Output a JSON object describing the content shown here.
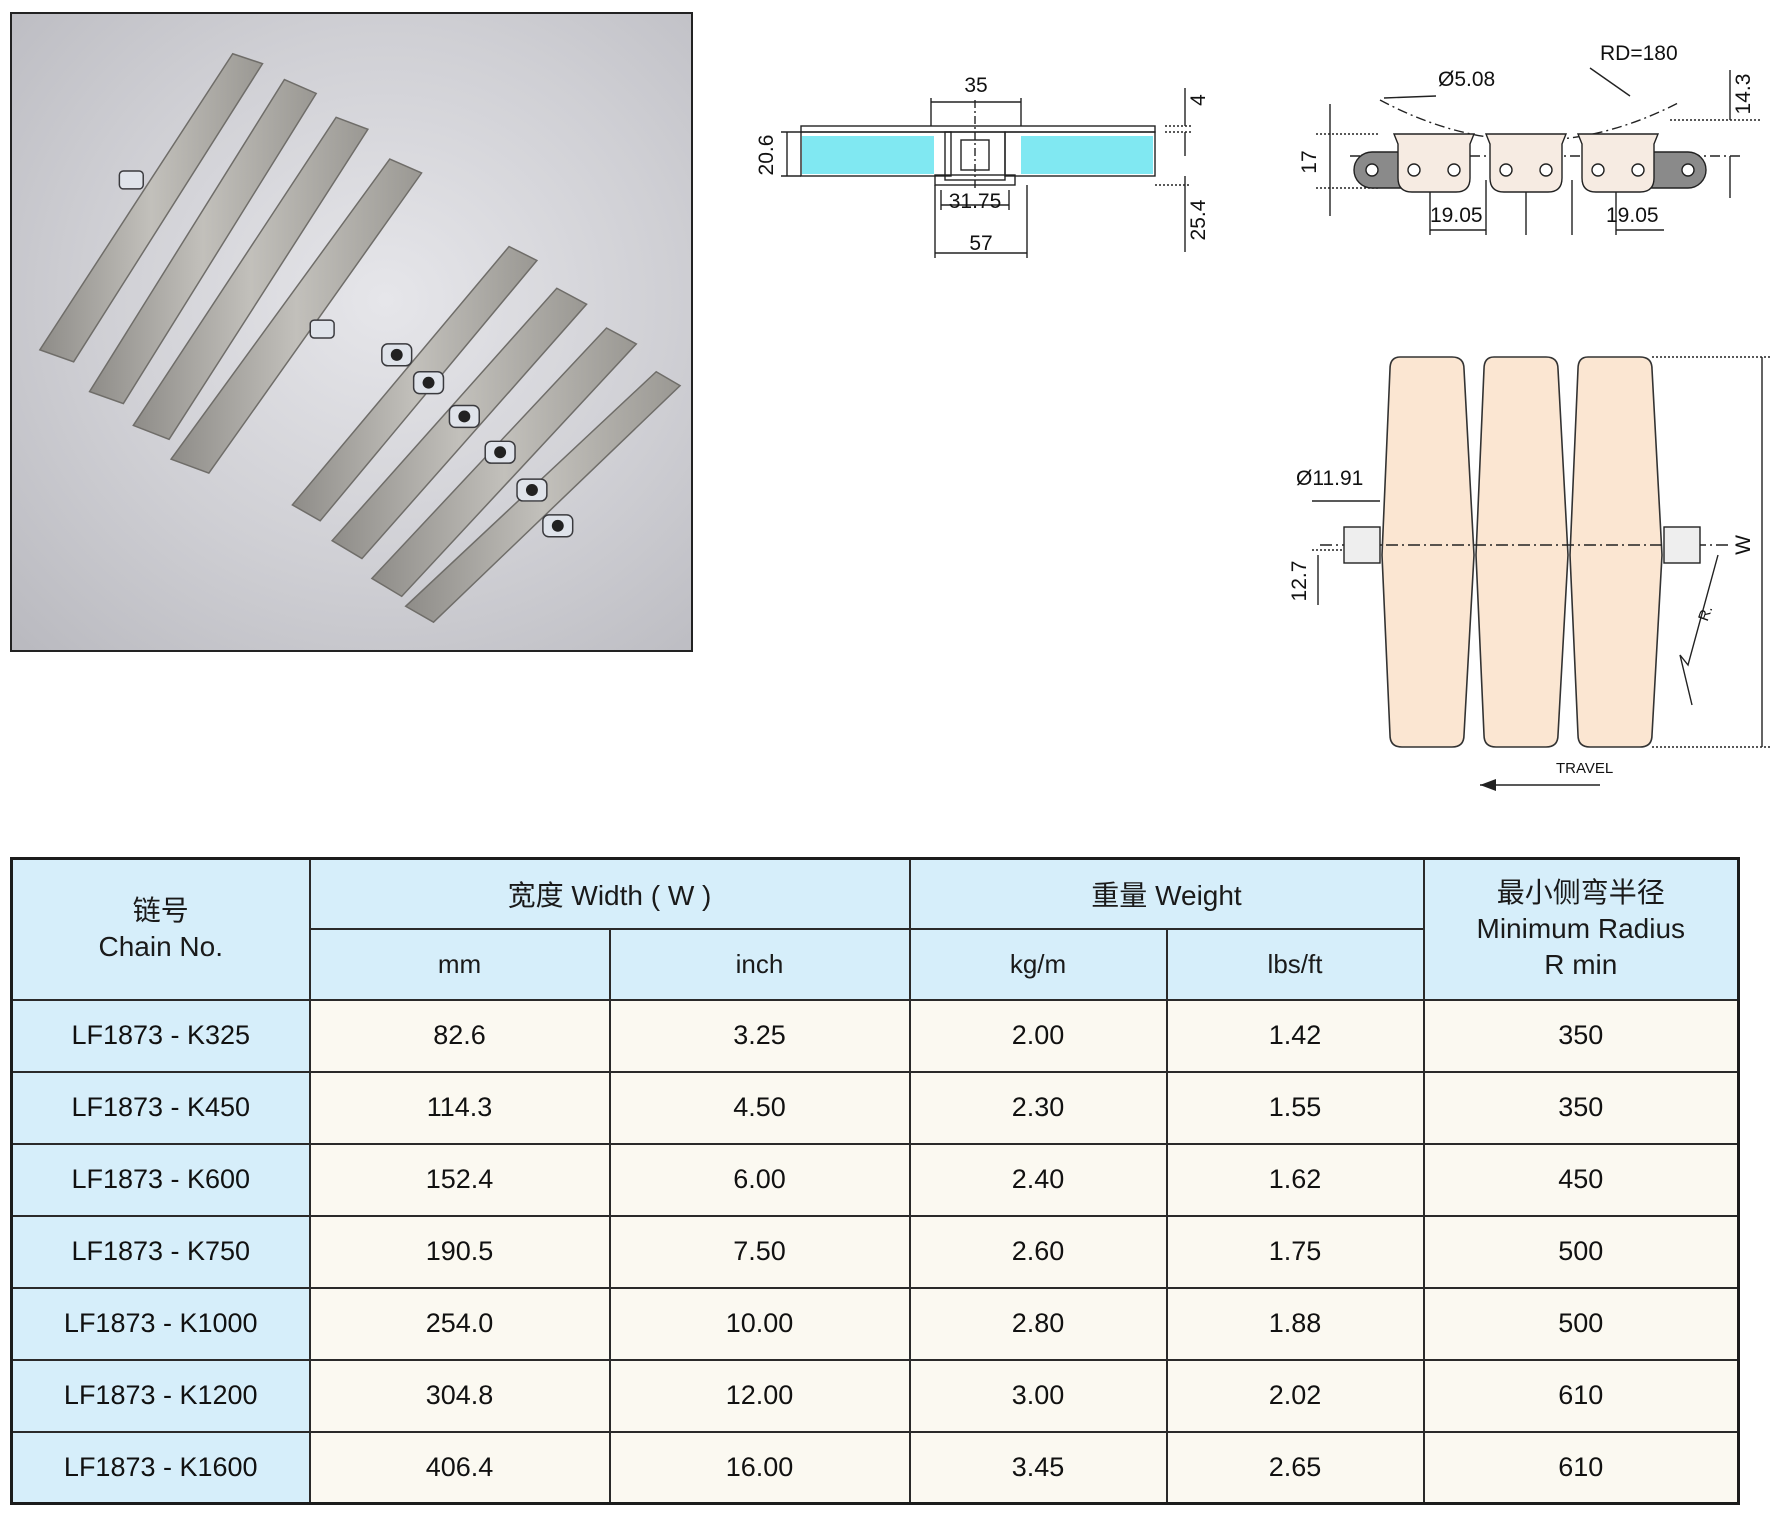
{
  "photo": {
    "alt": "stainless steel flat-top conveyor chain"
  },
  "cross_section": {
    "dims": {
      "top_width": "35",
      "top_thickness": "4",
      "height": "20.6",
      "inner": "31.75",
      "base": "57",
      "bottom": "25.4"
    },
    "colors": {
      "plate": "#80e8f2",
      "body": "#e8e8e8"
    }
  },
  "side_view": {
    "dims": {
      "radius": "RD=180",
      "pin": "Ø5.08",
      "height": "17",
      "clearance": "14.3",
      "pitch_left": "19.05",
      "pitch_right": "19.05"
    },
    "colors": {
      "link": "#f6ebe2"
    }
  },
  "top_view": {
    "dims": {
      "hole": "Ø11.91",
      "offset": "12.7",
      "width_label": "W",
      "radius_label": "R."
    },
    "travel_label": "TRAVEL",
    "colors": {
      "plate": "#fbe6d2"
    }
  },
  "table": {
    "headers": {
      "chain_cn": "链号",
      "chain_en": "Chain No.",
      "width": "宽度 Width ( W )",
      "weight": "重量 Weight",
      "radius_cn": "最小侧弯半径",
      "radius_en1": "Minimum Radius",
      "radius_en2": "R min",
      "mm": "mm",
      "inch": "inch",
      "kgm": "kg/m",
      "lbsft": "lbs/ft"
    },
    "rows": [
      {
        "chain": "LF1873 - K325",
        "mm": "82.6",
        "inch": "3.25",
        "kgm": "2.00",
        "lbsft": "1.42",
        "rmin": "350"
      },
      {
        "chain": "LF1873 - K450",
        "mm": "114.3",
        "inch": "4.50",
        "kgm": "2.30",
        "lbsft": "1.55",
        "rmin": "350"
      },
      {
        "chain": "LF1873 - K600",
        "mm": "152.4",
        "inch": "6.00",
        "kgm": "2.40",
        "lbsft": "1.62",
        "rmin": "450"
      },
      {
        "chain": "LF1873 - K750",
        "mm": "190.5",
        "inch": "7.50",
        "kgm": "2.60",
        "lbsft": "1.75",
        "rmin": "500"
      },
      {
        "chain": "LF1873 - K1000",
        "mm": "254.0",
        "inch": "10.00",
        "kgm": "2.80",
        "lbsft": "1.88",
        "rmin": "500"
      },
      {
        "chain": "LF1873 - K1200",
        "mm": "304.8",
        "inch": "12.00",
        "kgm": "3.00",
        "lbsft": "2.02",
        "rmin": "610"
      },
      {
        "chain": "LF1873 - K1600",
        "mm": "406.4",
        "inch": "16.00",
        "kgm": "3.45",
        "lbsft": "2.65",
        "rmin": "610"
      }
    ]
  }
}
